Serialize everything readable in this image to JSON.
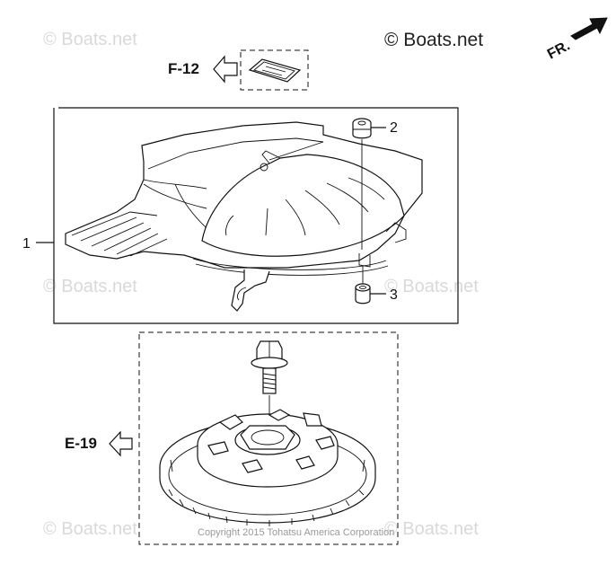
{
  "watermarks": {
    "main": "© Boats.net",
    "faint": "© Boats.net"
  },
  "references": {
    "f12": "F-12",
    "e19": "E-19"
  },
  "direction": "FR.",
  "callouts": {
    "part1": "1",
    "part2": "2",
    "part3": "3"
  },
  "footer": {
    "copyright": "Copyright 2015 Tohatsu America Corporation"
  },
  "colors": {
    "line": "#111111",
    "watermark": "#d9d9d9",
    "copyright": "#9a9a9a"
  }
}
